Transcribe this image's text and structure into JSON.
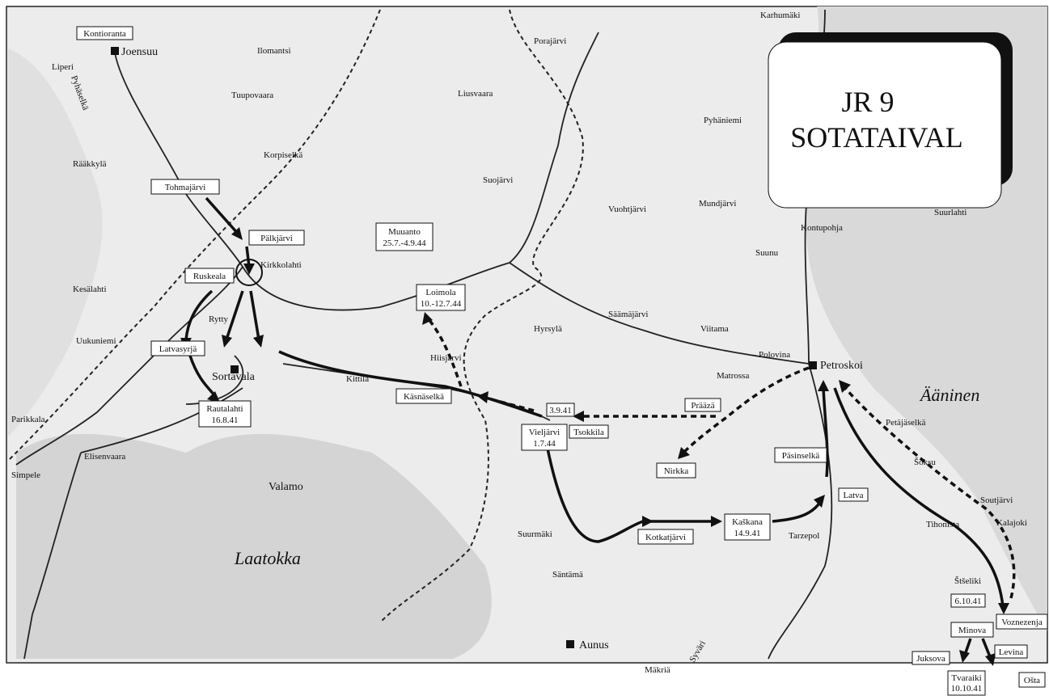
{
  "title": {
    "line1": "JR 9",
    "line2": "SOTATAIVAL"
  },
  "lakes": {
    "laatokka": "Laatokka",
    "aaninen": "Ääninen"
  },
  "towns": {
    "joensuu": "Joensuu",
    "sortavala": "Sortavala",
    "petroskoi": "Petroskoi",
    "aunus": "Aunus"
  },
  "places": {
    "karhumaki": "Karhumäki",
    "liperi": "Liperi",
    "pyhaselka": "Pyhäselkä",
    "ilomantsi": "Ilomantsi",
    "tuupovaara": "Tuupovaara",
    "korpiselka": "Korpiselkä",
    "raakkyla": "Rääkkylä",
    "porajarvi": "Porajärvi",
    "liusvaara": "Liusvaara",
    "pyhaniemi": "Pyhäniemi",
    "suojarvi": "Suojärvi",
    "vuohtjarvi": "Vuohtjärvi",
    "mundjarvi": "Mundjärvi",
    "suurlahti": "Suurlahti",
    "kontupohja": "Kontupohja",
    "suunu": "Suunu",
    "kesalahti": "Kesälahti",
    "ruskeala_rytty": "Rytty",
    "uukuniemi": "Uukuniemi",
    "saamajarvi": "Säämäjärvi",
    "viitama": "Viitama",
    "hyrsyla": "Hyrsylä",
    "hiisjarvi": "Hiisjärvi",
    "kittila": "Kittilä",
    "polovina": "Polovina",
    "matrossa": "Matrossa",
    "parikkala": "Parikkala",
    "elisenvaara": "Elisenvaara",
    "simpele": "Simpele",
    "valamo": "Valamo",
    "petajaselka": "Petäjäselkä",
    "soksu": "Šoksu",
    "soutjarvi": "Soutjärvi",
    "tihonista": "Tihonista",
    "kalajoki": "Kalajoki",
    "suurmaki": "Suurmäki",
    "santama": "Säntämä",
    "tarzepol": "Tarzepol",
    "stseliki": "Štšeliki",
    "syvari": "Syväri",
    "makria": "Mäkriä"
  },
  "boxes": {
    "kontioranta": "Kontioranta",
    "tohmajarvi": "Tohmajärvi",
    "palkjarvi": "Pälkjärvi",
    "kirkkolahti": "Kirkkolahti",
    "ruskeala": "Ruskeala",
    "latvasyrja": "Latvasyrjä",
    "rautalahti_name": "Rautalahti",
    "rautalahti_date": "16.8.41",
    "muuanto_name": "Muuanto",
    "muuanto_date": "25.7.-4.9.44",
    "loimola_name": "Loimola",
    "loimola_date": "10.-12.7.44",
    "kasnaselka": "Käsnäselkä",
    "d3941": "3.9.41",
    "tsokkila": "Tsokkila",
    "vieljarvi_name": "Vieljärvi",
    "vieljarvi_date": "1.7.44",
    "praaza": "Prääzä",
    "nirkka": "Nirkka",
    "kotkatjarvi": "Kotkatjärvi",
    "kaskana_name": "Kaškana",
    "kaskana_date": "14.9.41",
    "pasinselka": "Päsinselkä",
    "latva": "Latva",
    "d61041": "6.10.41",
    "minova": "Minova",
    "vorneenja": "Voznezenja",
    "juksova": "Juksova",
    "levina": "Levina",
    "tvaraiki_name": "Tvaraiki",
    "tvaraiki_date": "10.10.41",
    "osta": "Ošta"
  },
  "colors": {
    "land": "#eeeeee",
    "lake": "#d6d6d6",
    "ink": "#111111",
    "border": "#222222"
  }
}
